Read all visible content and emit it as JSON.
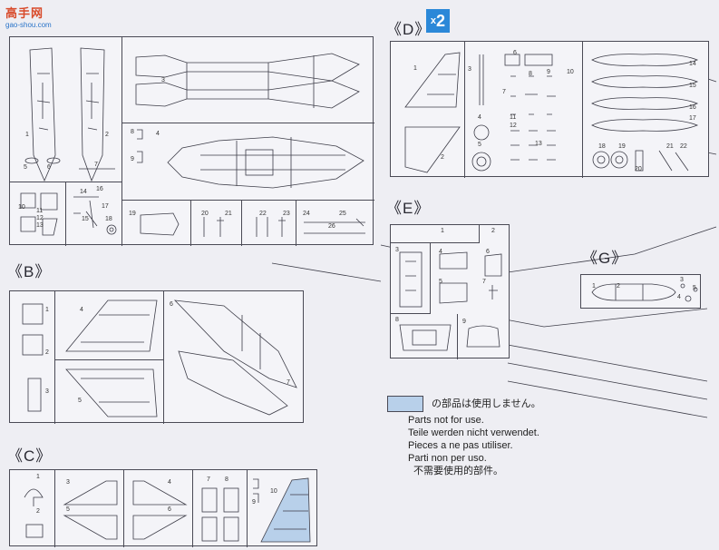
{
  "watermark": {
    "site_name": "高手网",
    "site_url": "gao-shou.com"
  },
  "sprues": {
    "A": {
      "label": "",
      "part_numbers": [
        "1",
        "2",
        "3",
        "4",
        "5",
        "6",
        "7",
        "8",
        "9",
        "10",
        "11",
        "12",
        "13",
        "14",
        "15",
        "16",
        "17",
        "18",
        "19",
        "20",
        "21",
        "22",
        "23",
        "24",
        "25",
        "26"
      ]
    },
    "B": {
      "label": "《B》",
      "part_numbers": [
        "1",
        "2",
        "3",
        "4",
        "5",
        "6",
        "7"
      ]
    },
    "C": {
      "label": "《C》",
      "part_numbers": [
        "1",
        "2",
        "3",
        "4",
        "5",
        "6",
        "7",
        "8",
        "9",
        "10"
      ]
    },
    "D": {
      "label": "《D》",
      "quantity_badge": {
        "prefix": "x",
        "count": "2"
      },
      "part_numbers": [
        "1",
        "2",
        "3",
        "4",
        "5",
        "6",
        "7",
        "8",
        "9",
        "10",
        "11",
        "12",
        "13",
        "14",
        "15",
        "16",
        "17",
        "18",
        "19",
        "20",
        "21",
        "22"
      ]
    },
    "E": {
      "label": "《E》",
      "part_numbers": [
        "1",
        "2",
        "3",
        "4",
        "5",
        "6",
        "7",
        "8",
        "9"
      ]
    },
    "G": {
      "label": "《G》",
      "part_numbers": [
        "1",
        "2",
        "3",
        "4",
        "5"
      ]
    }
  },
  "legend": {
    "swatch_color": "#b8d0ea",
    "lines": [
      "の部品は使用しません。",
      "Parts not for use.",
      "Teile werden nicht verwendet.",
      "Pieces a ne pas utiliser.",
      "Parti non per uso.",
      "不需要使用的部件。"
    ]
  },
  "colors": {
    "line": "#4a4a55",
    "paper": "#eeeef3",
    "unused_part_fill": "#b8d0ea",
    "badge": "#2b88d8"
  }
}
